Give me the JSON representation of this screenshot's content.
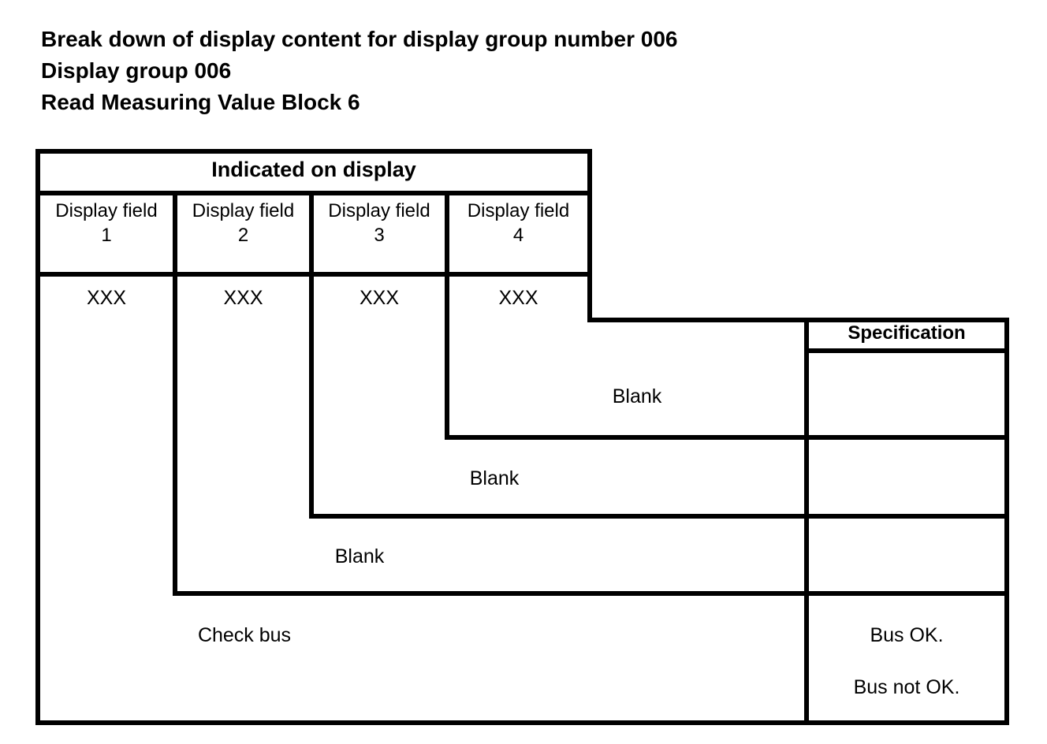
{
  "page": {
    "title_lines": [
      "Break down of display content for display group number 006",
      "Display group 006",
      "Read Measuring Value Block 6"
    ]
  },
  "table": {
    "display_header": "Indicated on display",
    "columns": [
      {
        "label": "Display field",
        "number": "1",
        "value": "XXX"
      },
      {
        "label": "Display field",
        "number": "2",
        "value": "XXX"
      },
      {
        "label": "Display field",
        "number": "3",
        "value": "XXX"
      },
      {
        "label": "Display field",
        "number": "4",
        "value": "XXX"
      }
    ],
    "spec_header": "Specification",
    "rows": [
      {
        "field": "4",
        "display_text": "Blank",
        "spec_lines": []
      },
      {
        "field": "3",
        "display_text": "Blank",
        "spec_lines": []
      },
      {
        "field": "2",
        "display_text": "Blank",
        "spec_lines": []
      },
      {
        "field": "1",
        "display_text": "Check bus",
        "spec_lines": [
          "Bus OK.",
          "Bus not OK."
        ]
      }
    ]
  },
  "colors": {
    "line": "#000000",
    "background": "#ffffff",
    "text": "#000000"
  }
}
